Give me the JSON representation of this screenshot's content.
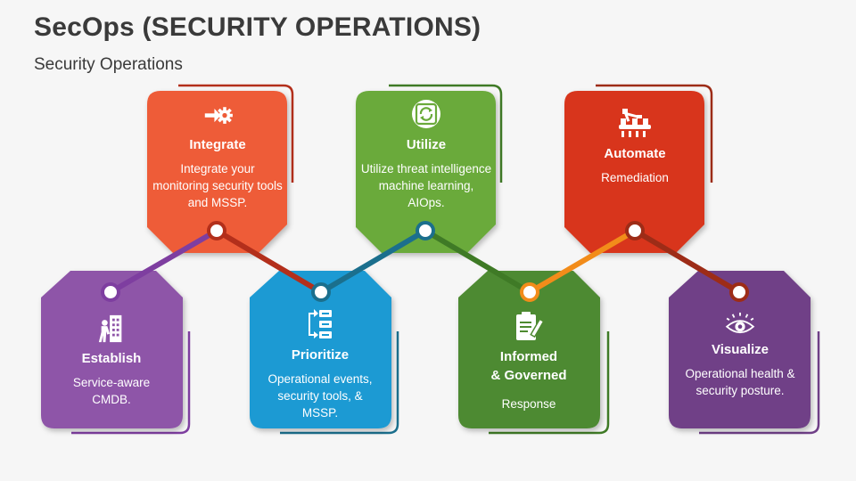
{
  "header": {
    "title": "SecOps (SECURITY OPERATIONS)",
    "subtitle": "Security Operations"
  },
  "colors": {
    "establish": "#8e54a8",
    "integrate": "#ee5b38",
    "prioritize": "#1a9ad3",
    "utilize": "#6aaa3a",
    "informed": "#4e8a30",
    "automate": "#d8361b",
    "visualize": "#6f3f87",
    "connector_purple": "#7e3ea0",
    "connector_red": "#b32f1b",
    "connector_teal": "#1b6f8d",
    "connector_green": "#3f7a26",
    "connector_orange": "#f28c1a",
    "connector_darkred": "#9d2c17"
  },
  "steps": {
    "establish": {
      "title": "Establish",
      "desc": "Service-aware CMDB.",
      "icon": "building-worker-icon"
    },
    "integrate": {
      "title": "Integrate",
      "desc": "Integrate your monitoring security tools and MSSP.",
      "icon": "arrow-gear-icon"
    },
    "prioritize": {
      "title": "Prioritize",
      "desc": "Operational events, security tools, & MSSP.",
      "icon": "flow-blocks-icon"
    },
    "utilize": {
      "title": "Utilize",
      "desc": "Utilize threat intelligence machine learning, AIOps.",
      "icon": "refresh-cycle-icon"
    },
    "informed": {
      "title_line1": "Informed",
      "title_line2": "& Governed",
      "desc": "Response",
      "icon": "clipboard-pen-icon"
    },
    "automate": {
      "title": "Automate",
      "desc": "Remediation",
      "icon": "robotic-arm-conveyor-icon"
    },
    "visualize": {
      "title": "Visualize",
      "desc": "Operational health & security posture.",
      "icon": "eye-icon"
    }
  }
}
